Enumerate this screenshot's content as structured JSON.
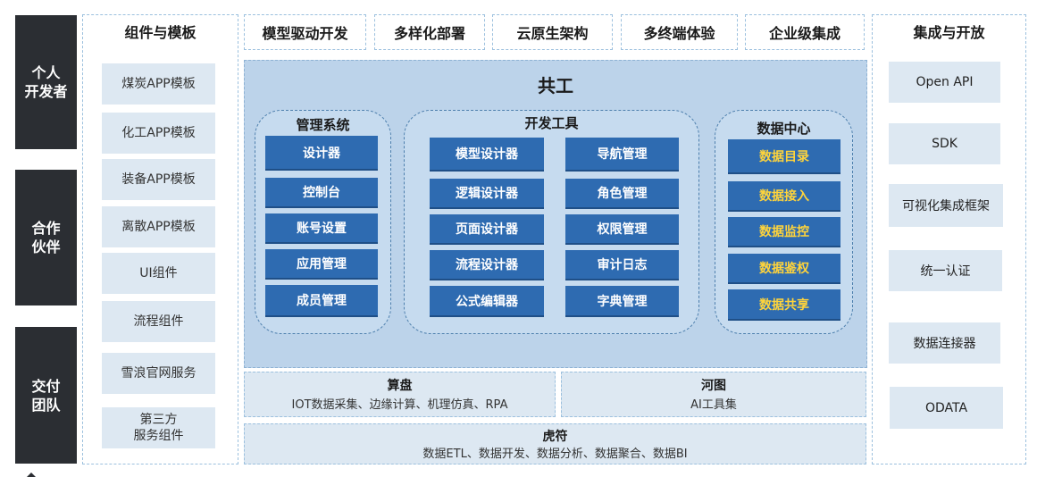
{
  "audiences": [
    "个人\n开发者",
    "合作\n伙伴",
    "交付\n团队"
  ],
  "templates": {
    "title": "组件与模板",
    "items": [
      "煤炭APP模板",
      "化工APP模板",
      "装备APP模板",
      "离散APP模板",
      "UI组件",
      "流程组件",
      "雪浪官网服务",
      "第三方\n服务组件"
    ]
  },
  "features": [
    "模型驱动开发",
    "多样化部署",
    "云原生架构",
    "多终端体验",
    "企业级集成"
  ],
  "core": {
    "title": "共工",
    "management": {
      "title": "管理系统",
      "items": [
        "设计器",
        "控制台",
        "账号设置",
        "应用管理",
        "成员管理"
      ]
    },
    "devtools": {
      "title": "开发工具",
      "left": [
        "模型设计器",
        "逻辑设计器",
        "页面设计器",
        "流程设计器",
        "公式编辑器"
      ],
      "right": [
        "导航管理",
        "角色管理",
        "权限管理",
        "审计日志",
        "字典管理"
      ]
    },
    "datacenter": {
      "title": "数据中心",
      "items": [
        "数据目录",
        "数据接入",
        "数据监控",
        "数据鉴权",
        "数据共享"
      ]
    },
    "button_color": "#2e6bb1",
    "highlight_text_color": "#ffd43b"
  },
  "bottom": {
    "suanpan": {
      "title": "算盘",
      "sub": "IOT数据采集、边缘计算、机理仿真、RPA"
    },
    "hetu": {
      "title": "河图",
      "sub": "AI工具集"
    },
    "hufu": {
      "title": "虎符",
      "sub": "数据ETL、数据开发、数据分析、数据聚合、数据BI"
    }
  },
  "integration": {
    "title": "集成与开放",
    "items": [
      "Open API",
      "SDK",
      "可视化集成框架",
      "统一认证",
      "数据连接器",
      "ODATA"
    ]
  }
}
